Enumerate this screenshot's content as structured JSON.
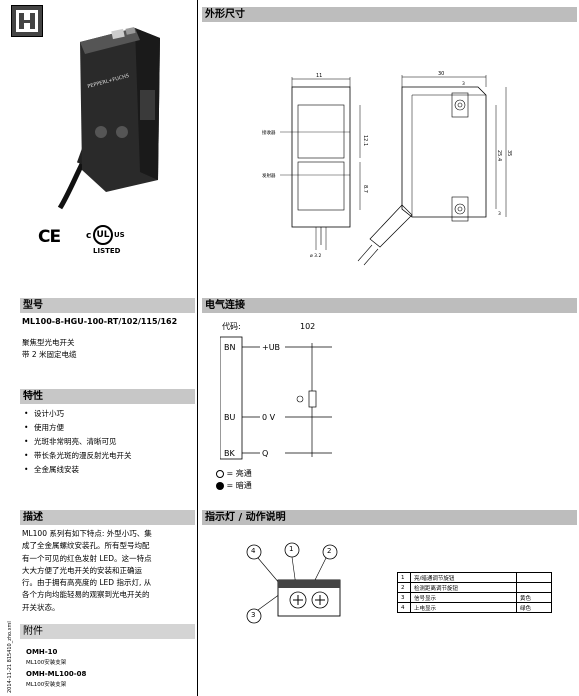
{
  "left": {
    "logo_alt": "",
    "cert": {
      "ce": "CE",
      "ul_c": "c",
      "ul_us": "US",
      "ul_mark": "UL",
      "ul_listed": "LISTED"
    },
    "model": {
      "heading": "型号",
      "code": "ML100-8-HGU-100-RT/102/115/162",
      "desc1": "聚焦型光电开关",
      "desc2": "带 2 米固定电缆"
    },
    "features": {
      "heading": "特性",
      "items": [
        "设计小巧",
        "使用方便",
        "光斑非常明亮、清晰可见",
        "带长条光斑的漫反射光电开关",
        "全金属线安装"
      ]
    },
    "description": {
      "heading": "描述",
      "lines": [
        "ML100 系列有如下特点: 外型小巧、集",
        "成了全金属螺纹安装孔。所有型号均配",
        "有一个可见的红色发射 LED。这一特点",
        "大大方便了光电开关的安装和正确运",
        "行。由于拥有高亮度的 LED 指示灯, 从",
        "各个方向均能轻易的观察到光电开关的",
        "开关状态。"
      ]
    },
    "accessories": {
      "heading": "附件",
      "items": [
        {
          "name": "OMH-10",
          "desc": "ML100安装支架"
        },
        {
          "name": "OMH-ML100-08",
          "desc": "ML100安装支架"
        }
      ]
    },
    "side_text": "2014-11-21  815410_zho.xml"
  },
  "right": {
    "dimensions": {
      "heading": "外形尺寸",
      "labels": {
        "w11": "11",
        "w30": "30",
        "w3": "3",
        "h121": "12.1",
        "h87": "8.7",
        "h254": "25.4",
        "h35": "35",
        "h3": "3",
        "d32": "ø 3.2",
        "rx": "接收器",
        "tx": "发射器"
      }
    },
    "electrical": {
      "heading": "电气连接",
      "code_label": "代码:",
      "code_value": "102",
      "pins": [
        "BN",
        "BU",
        "BK"
      ],
      "terminals": [
        "+UB",
        "0 V",
        "Q"
      ],
      "legend_light": "= 亮通",
      "legend_dark": "= 暗通"
    },
    "indicators": {
      "heading": "指示灯 / 动作说明",
      "callouts": [
        "4",
        "1",
        "2",
        "3"
      ],
      "table": [
        {
          "num": "1",
          "text": "亮/暗通调节旋钮",
          "color": ""
        },
        {
          "num": "2",
          "text": "检测距离调节旋钮",
          "color": ""
        },
        {
          "num": "3",
          "text": "信号显示",
          "color": "黄色"
        },
        {
          "num": "4",
          "text": "上电显示",
          "color": "绿色"
        }
      ]
    }
  }
}
